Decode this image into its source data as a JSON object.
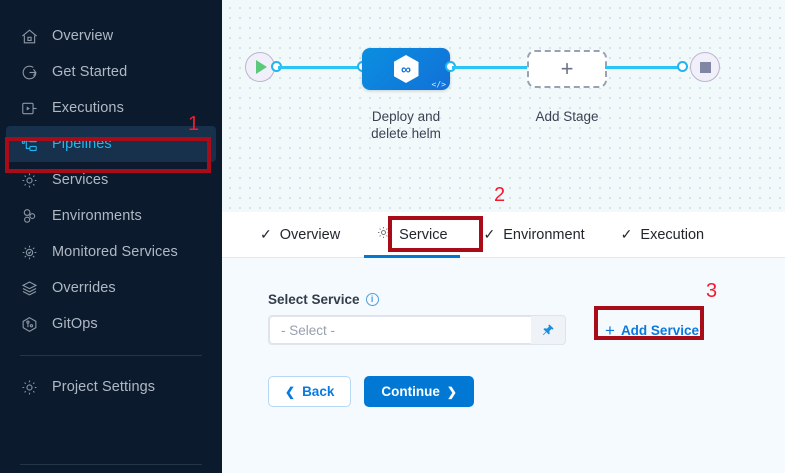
{
  "sidebar": {
    "items": [
      {
        "label": "Overview",
        "icon": "home-icon",
        "active": false
      },
      {
        "label": "Get Started",
        "icon": "rocket-icon",
        "active": false
      },
      {
        "label": "Executions",
        "icon": "executions-icon",
        "active": false
      },
      {
        "label": "Pipelines",
        "icon": "pipelines-icon",
        "active": true
      },
      {
        "label": "Services",
        "icon": "gear-icon",
        "active": false
      },
      {
        "label": "Environments",
        "icon": "environments-icon",
        "active": false
      },
      {
        "label": "Monitored Services",
        "icon": "monitored-services-icon",
        "active": false
      },
      {
        "label": "Overrides",
        "icon": "layers-icon",
        "active": false
      },
      {
        "label": "GitOps",
        "icon": "gitops-icon",
        "active": false
      }
    ],
    "bottom": {
      "label": "Project Settings",
      "icon": "settings-gear-icon"
    }
  },
  "canvas": {
    "start_node": "play-icon",
    "end_node": "stop-icon",
    "stage": {
      "caption_line1": "Deploy and",
      "caption_line2": "delete helm",
      "icon": "harness-hexagon-icon",
      "badge": "</>"
    },
    "add_stage": {
      "label": "Add Stage",
      "icon": "plus-icon"
    }
  },
  "tabs": [
    {
      "label": "Overview",
      "icon": "check-icon",
      "active": false
    },
    {
      "label": "Service",
      "icon": "gear-icon",
      "active": true
    },
    {
      "label": "Environment",
      "icon": "check-icon",
      "active": false
    },
    {
      "label": "Execution",
      "icon": "check-icon",
      "active": false
    }
  ],
  "form": {
    "select_service_label": "Select Service",
    "info_icon": "info-icon",
    "select_value": "- Select -",
    "pin_icon": "pin-icon",
    "add_service_label": "Add Service",
    "add_service_icon": "plus-icon",
    "back_label": "Back",
    "continue_label": "Continue"
  },
  "annotations": [
    {
      "number": "1",
      "target": "sidebar-item-pipelines"
    },
    {
      "number": "2",
      "target": "tab-service"
    },
    {
      "number": "3",
      "target": "add-service-button"
    }
  ],
  "colors": {
    "sidebar_bg": "#0b1b2d",
    "accent_blue": "#0278d5",
    "active_cyan": "#22b6f0",
    "annotation_red": "#a80c18",
    "connector_cyan": "#29c5f6"
  }
}
